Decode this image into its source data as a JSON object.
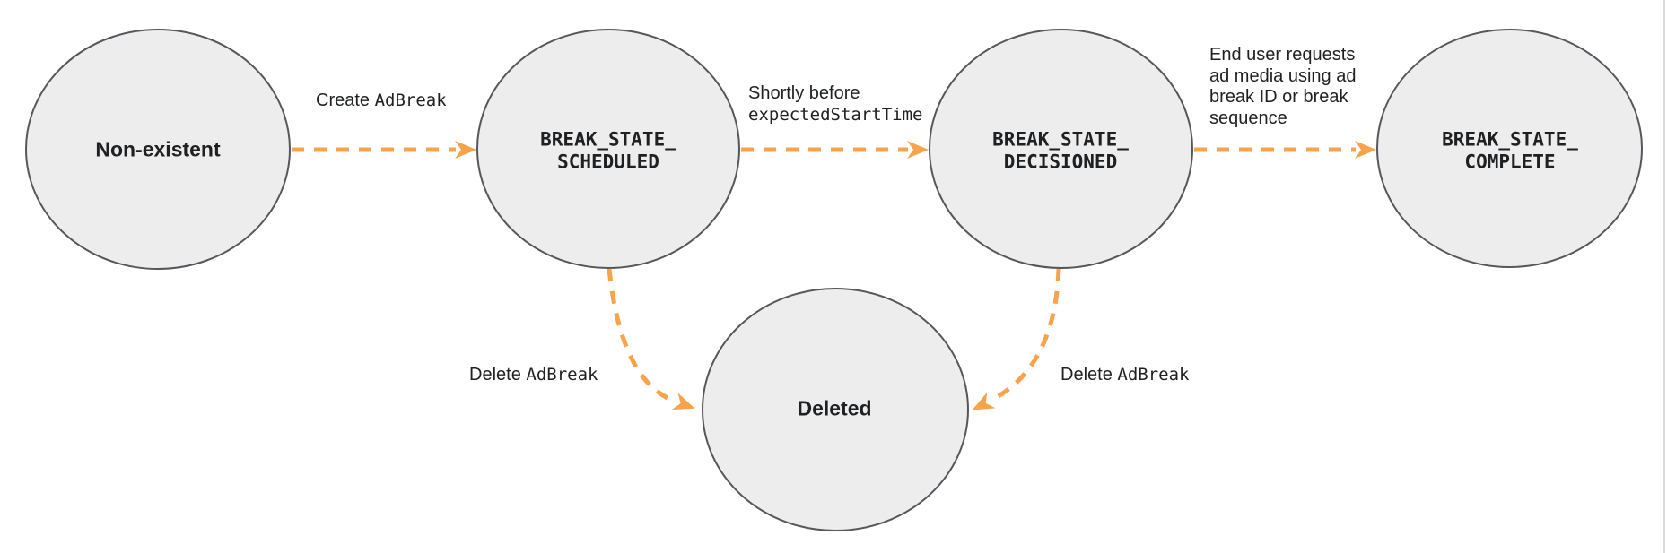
{
  "colors": {
    "arrow": "#f7a34b",
    "node_fill": "#ededee",
    "node_stroke": "#55575a",
    "text": "#1e2022",
    "border": "#dadada"
  },
  "nodes": [
    {
      "id": "non-existent",
      "lines": [
        "Non-existent"
      ]
    },
    {
      "id": "break-state-scheduled",
      "lines": [
        "BREAK_STATE_",
        "SCHEDULED"
      ]
    },
    {
      "id": "break-state-decisioned",
      "lines": [
        "BREAK_STATE_",
        "DECISIONED"
      ]
    },
    {
      "id": "break-state-complete",
      "lines": [
        "BREAK_STATE_",
        "COMPLETE"
      ]
    },
    {
      "id": "deleted",
      "lines": [
        "Deleted"
      ]
    }
  ],
  "transitions": [
    {
      "id": "create-adbreak",
      "from": "non-existent",
      "to": "break-state-scheduled",
      "label_sans": "Create",
      "label_mono": "AdBreak"
    },
    {
      "id": "shortly-before-expected-start-time",
      "from": "break-state-scheduled",
      "to": "break-state-decisioned",
      "label_sans": "Shortly before",
      "label_mono": "expectedStartTime"
    },
    {
      "id": "end-user-requests-ad-media",
      "from": "break-state-decisioned",
      "to": "break-state-complete",
      "label_lines": [
        "End user requests",
        "ad media using ad",
        "break ID or break",
        "sequence"
      ]
    },
    {
      "id": "delete-adbreak-from-scheduled",
      "from": "break-state-scheduled",
      "to": "deleted",
      "label_sans": "Delete",
      "label_mono": "AdBreak"
    },
    {
      "id": "delete-adbreak-from-decisioned",
      "from": "break-state-decisioned",
      "to": "deleted",
      "label_sans": "Delete",
      "label_mono": "AdBreak"
    }
  ]
}
